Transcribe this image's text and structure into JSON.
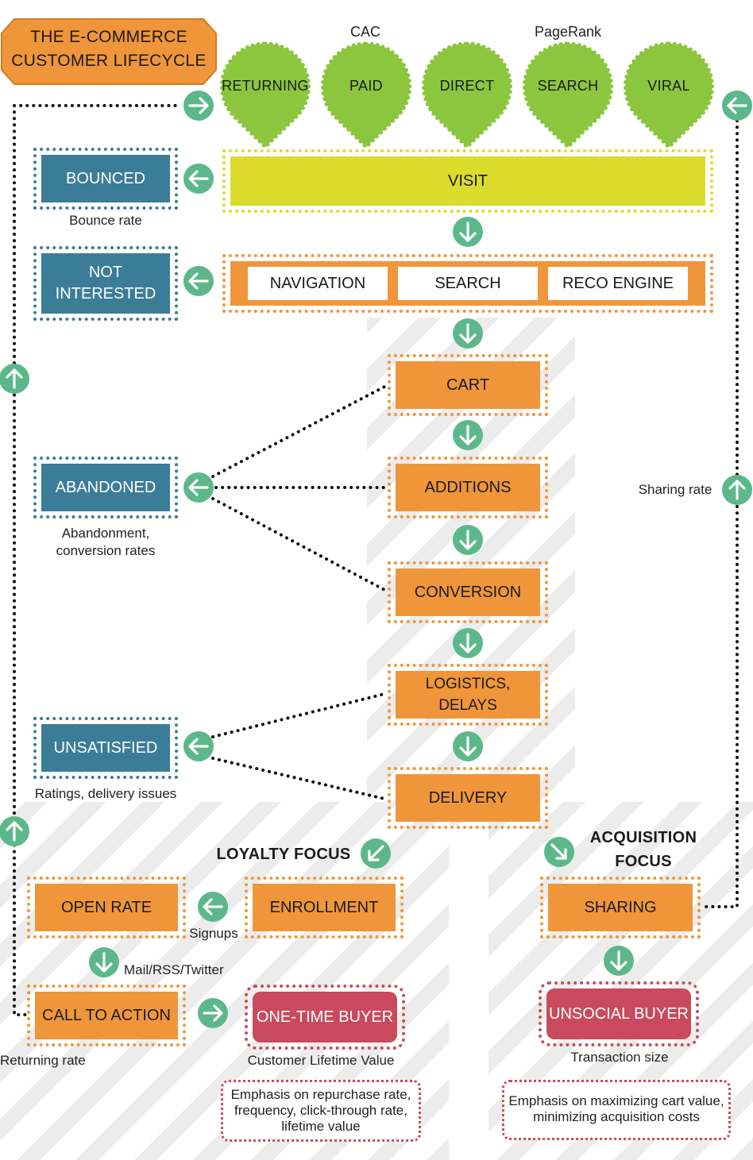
{
  "title": {
    "line1": "THE E-COMMERCE",
    "line2": "CUSTOMER LIFECYCLE"
  },
  "top_annotations": {
    "cac": "CAC",
    "pagerank": "PageRank"
  },
  "sources": [
    "RETURNING",
    "PAID",
    "DIRECT",
    "SEARCH",
    "VIRAL"
  ],
  "flow": {
    "visit": "VISIT",
    "nav": [
      "NAVIGATION",
      "SEARCH",
      "RECO ENGINE"
    ],
    "cart": "CART",
    "additions": "ADDITIONS",
    "conversion": "CONVERSION",
    "logistics": "LOGISTICS, DELAYS",
    "delivery": "DELIVERY"
  },
  "exits": {
    "bounced": {
      "label": "BOUNCED",
      "caption": "Bounce rate"
    },
    "not_interested": {
      "line1": "NOT",
      "line2": "INTERESTED"
    },
    "abandoned": {
      "label": "ABANDONED",
      "caption1": "Abandonment,",
      "caption2": "conversion rates"
    },
    "unsatisfied": {
      "label": "UNSATISFIED",
      "caption": "Ratings, delivery issues"
    }
  },
  "loyalty": {
    "title": "LOYALTY FOCUS",
    "enrollment": "ENROLLMENT",
    "open_rate": "OPEN RATE",
    "signups": "Signups",
    "mail": "Mail/RSS/Twitter",
    "call_to_action": "CALL TO ACTION",
    "returning_rate": "Returning rate",
    "one_time_buyer": "ONE-TIME BUYER",
    "clv": "Customer Lifetime Value",
    "emphasis": [
      "Emphasis on repurchase rate,",
      "frequency, click-through rate,",
      "lifetime value"
    ]
  },
  "acquisition": {
    "title1": "ACQUISITION",
    "title2": "FOCUS",
    "sharing": "SHARING",
    "unsocial_buyer": "UNSOCIAL BUYER",
    "transaction_size": "Transaction size",
    "emphasis": [
      "Emphasis on maximizing cart value,",
      "minimizing acquisition costs"
    ]
  },
  "sharing_rate": "Sharing rate",
  "colors": {
    "orange": "#f0963a",
    "blue": "#3b7d98",
    "green": "#8cc63f",
    "yellow": "#dcdc2c",
    "pink": "#c94a5d",
    "arrow_green": "#5cb88a"
  }
}
